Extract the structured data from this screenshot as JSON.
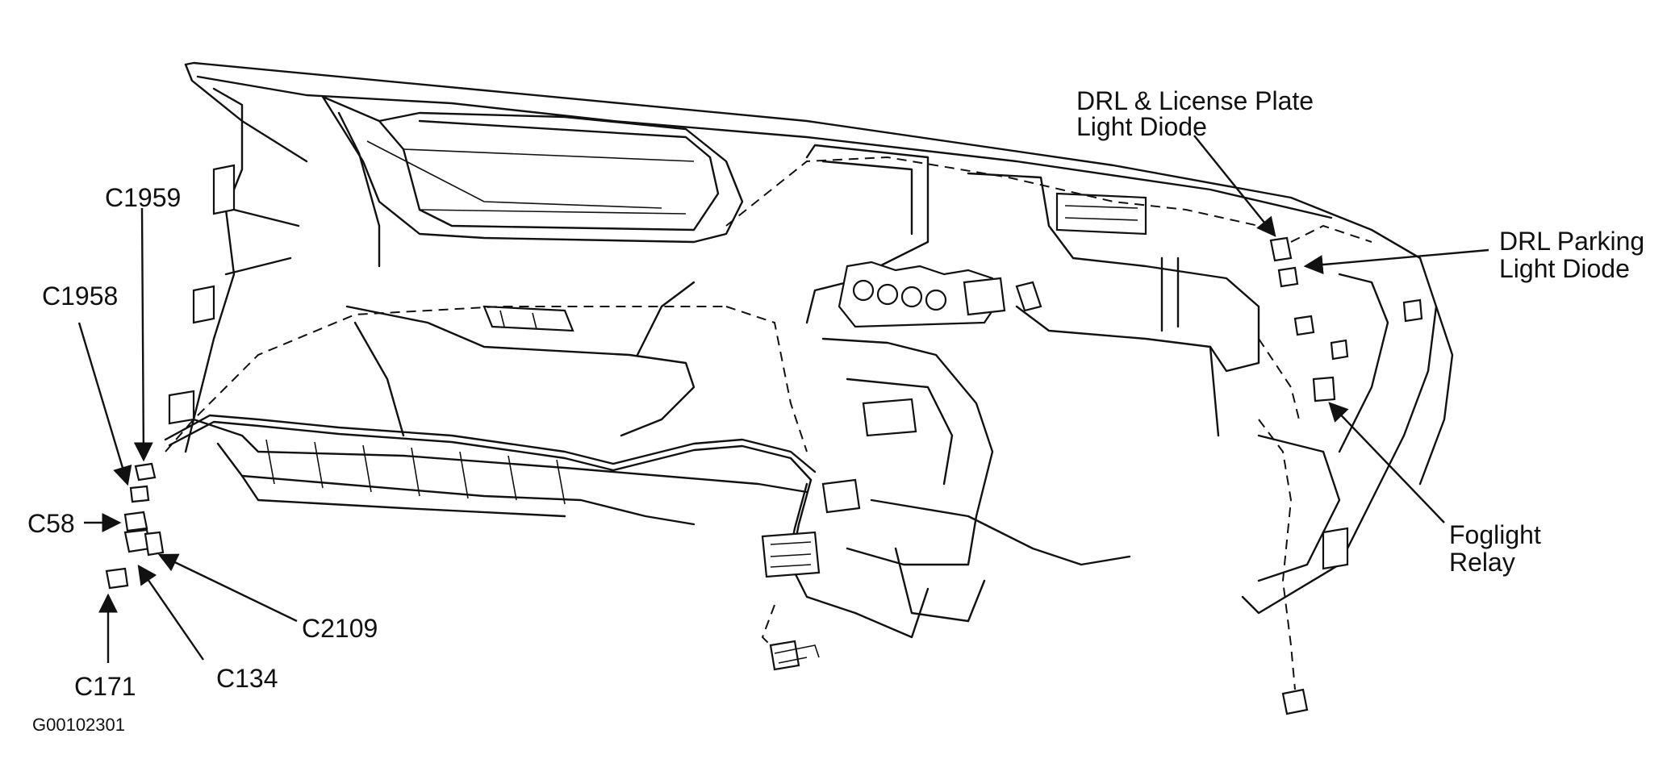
{
  "diagram_code": "G00102301",
  "labels": {
    "c1959": "C1959",
    "c1958": "C1958",
    "c58": "C58",
    "c2109": "C2109",
    "c171": "C171",
    "c134": "C134",
    "drl_license_line1": "DRL & License Plate",
    "drl_license_line2": "Light Diode",
    "drl_parking_line1": "DRL Parking",
    "drl_parking_line2": "Light Diode",
    "foglight_line1": "Foglight",
    "foglight_line2": "Relay"
  }
}
